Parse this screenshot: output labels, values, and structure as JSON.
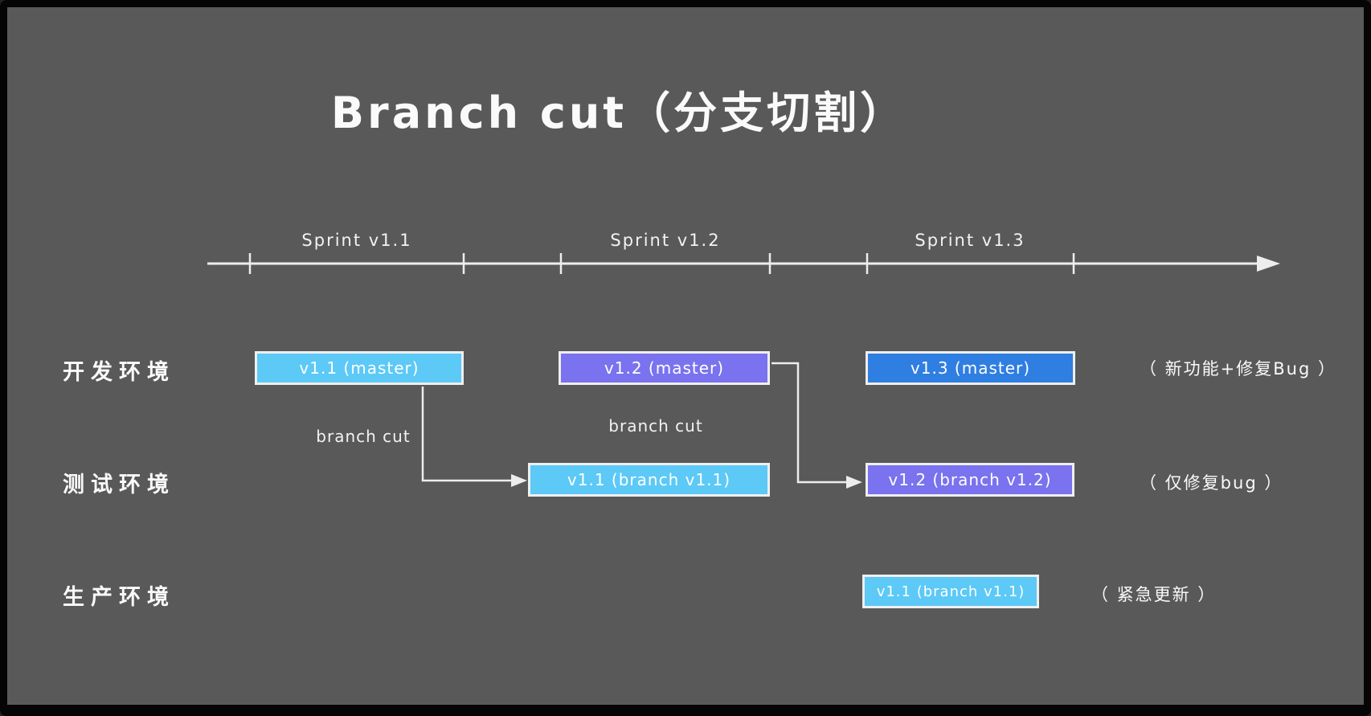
{
  "title": "Branch cut（分支切割）",
  "timeline": {
    "sprint_labels": [
      "Sprint v1.1",
      "Sprint v1.2",
      "Sprint v1.3"
    ]
  },
  "branch_cut_labels": [
    "branch cut",
    "branch cut"
  ],
  "rows": [
    {
      "label": "开发环境",
      "annotation": "（ 新功能+修复Bug ）"
    },
    {
      "label": "测试环境",
      "annotation": "（ 仅修复bug ）"
    },
    {
      "label": "生产环境",
      "annotation": "（ 紧急更新 ）"
    }
  ],
  "boxes": [
    {
      "name": "dev-v1.1-master",
      "label": "v1.1 (master)",
      "fill": "#5cc9f7"
    },
    {
      "name": "dev-v1.2-master",
      "label": "v1.2 (master)",
      "fill": "#7a72ee"
    },
    {
      "name": "dev-v1.3-master",
      "label": "v1.3 (master)",
      "fill": "#2f7ee2"
    },
    {
      "name": "test-v1.1-branch",
      "label": "v1.1 (branch v1.1)",
      "fill": "#5cc9f7"
    },
    {
      "name": "test-v1.2-branch",
      "label": "v1.2 (branch v1.2)",
      "fill": "#7a72ee"
    },
    {
      "name": "prod-v1.1-branch",
      "label": "v1.1 (branch v1.1)",
      "fill": "#5cc9f7"
    }
  ],
  "colors": {
    "background": "#595959",
    "frame": "#050505",
    "light_blue": "#5cc9f7",
    "purple": "#7a72ee",
    "blue": "#2f7ee2",
    "line": "#ededed",
    "text": "#fafafa"
  }
}
